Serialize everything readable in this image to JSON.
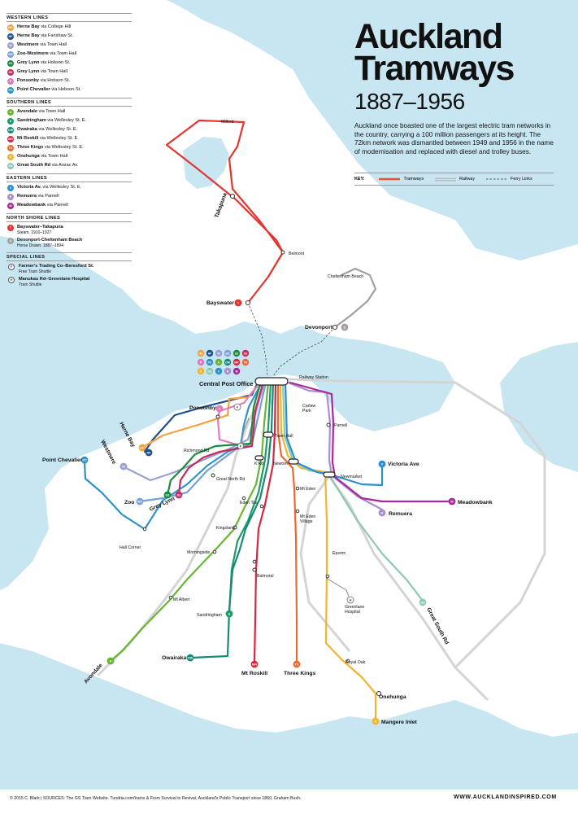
{
  "title": {
    "line1": "Auckland",
    "line2": "Tramways",
    "years": "1887–1956",
    "description": "Auckland once boasted one of the largest electric tram networks in the country, carrying a 100 million passengers at its height. The 72km network was dismantled between 1949 and 1956 in the name of modernisation and replaced with diesel and trolley buses."
  },
  "key": {
    "label": "KEY:",
    "tramways": "Tramways",
    "railway": "Railway",
    "ferry": "Ferry Links"
  },
  "colors": {
    "water": "#c8e6f1",
    "railway": "#d6d6d6",
    "tram": "#e9542c"
  },
  "legend": {
    "western": {
      "heading": "WESTERN LINES",
      "items": [
        {
          "code": "HC",
          "name": "Herne Bay",
          "via": "via College Hill",
          "color": "#f3a23b"
        },
        {
          "code": "HF",
          "name": "Herne Bay",
          "via": "via Fanshaw St.",
          "color": "#1e4f8f"
        },
        {
          "code": "W",
          "name": "Westmere",
          "via": "via Town Hall",
          "color": "#9aa0d2"
        },
        {
          "code": "WZ",
          "name": "Zoo-Westmere",
          "via": "via Town Hall",
          "color": "#7a9ed6"
        },
        {
          "code": "G1",
          "name": "Grey Lynn",
          "via": "via Hobson St.",
          "color": "#1a8b3f"
        },
        {
          "code": "G2",
          "name": "Grey Lynn",
          "via": "via Town Hall",
          "color": "#c42c5b"
        },
        {
          "code": "P",
          "name": "Ponsonby",
          "via": "via Hobson St.",
          "color": "#e07ac0"
        },
        {
          "code": "PC",
          "name": "Point Chevalier",
          "via": "via Hobson St.",
          "color": "#2f93c9"
        }
      ]
    },
    "southern": {
      "heading": "SOUTHERN LINES",
      "items": [
        {
          "code": "A",
          "name": "Avondale",
          "via": "via Town Hall",
          "color": "#68b534"
        },
        {
          "code": "S",
          "name": "Sandringham",
          "via": "via Wellesley St. E.",
          "color": "#1e9b6a"
        },
        {
          "code": "OW",
          "name": "Owairaka",
          "via": "via Wellesley St. E.",
          "color": "#158a76"
        },
        {
          "code": "MR",
          "name": "Mt Roskill",
          "via": "via Wellesley St. E.",
          "color": "#d9263e"
        },
        {
          "code": "TK",
          "name": "Three Kings",
          "via": "via Wellesley St. E.",
          "color": "#ec6a2e"
        },
        {
          "code": "O",
          "name": "Onehunga",
          "via": "via Town Hall",
          "color": "#f1b42d"
        },
        {
          "code": "GS",
          "name": "Great South Rd",
          "via": "via Anzac Av.",
          "color": "#8cc8b2"
        }
      ]
    },
    "eastern": {
      "heading": "EASTERN LINES",
      "items": [
        {
          "code": "V",
          "name": "Victoria Av.",
          "via": "via Wellesley St. E.",
          "color": "#2a8fd0"
        },
        {
          "code": "R",
          "name": "Remuera",
          "via": "via Parnell",
          "color": "#a98fd0"
        },
        {
          "code": "M",
          "name": "Meadowbank",
          "via": "via Parnell",
          "color": "#a8299c"
        }
      ]
    },
    "north_shore": {
      "heading": "NORTH SHORE LINES",
      "items": [
        {
          "code": "T",
          "name": "Bayswater–Takapuna",
          "sub": "Steam. 1910–1927",
          "color": "#e3352f"
        },
        {
          "code": "D",
          "name": "Devonport-Cheltenham Beach",
          "sub": "Horse Drawn. 1887–1894",
          "color": "#a0a0a0"
        }
      ]
    },
    "special": {
      "heading": "SPECIAL LINES",
      "items": [
        {
          "code": "F",
          "name": "Farmer's Trading Co–Beresford St.",
          "sub": "Free Tram Shuttle"
        },
        {
          "code": "H",
          "name": "Manukau Rd–Greenlane Hospital",
          "sub": "Tram Shuttle"
        }
      ]
    }
  },
  "places": {
    "milford": "Milford",
    "takapuna": "Takapuna",
    "belmont": "Belmont",
    "cheltenham": "Cheltenham Beach",
    "bayswater": "Bayswater",
    "devonport": "Devonport",
    "cpo": "Central Post Office",
    "railway_station": "Railway Station",
    "carlaw_park": "Carlaw\nPark",
    "ponsonby": "Ponsonby",
    "parnell": "Parnell",
    "herne_bay": "Herne Bay",
    "richmond_rd": "Richmond Rd",
    "town_hall": "Town Hall",
    "westmere": "Westmere",
    "point_chevalier": "Point Chevalier",
    "krd": "K'Rd",
    "newton": "Newton",
    "newmarket": "Newmarket",
    "victoria_ave": "Victoria Ave",
    "great_north_rd": "Great North Rd",
    "zoo": "Zoo",
    "grey_lynn": "Grey Lynn",
    "eden_tce": "Eden Tce",
    "mt_eden": "Mt Eden",
    "mt_eden_village": "Mt Eden\nVillage",
    "remuera": "Remuera",
    "meadowbank": "Meadowbank",
    "hall_corner": "Hall Corner",
    "kingsland": "Kingsland",
    "morningside": "Morningside",
    "epsom": "Epsom",
    "balmoral": "Balmoral",
    "mt_albert": "Mt Albert",
    "greenlane": "Greenlane\nHospital",
    "sandringham": "Sandringham",
    "great_south_rd": "Great South Rd",
    "owairaka": "Owairaka",
    "royal_oak": "Royal Oak",
    "avondale": "Avondale",
    "mt_roskill": "Mt Roskill",
    "three_kings": "Three Kings",
    "onehunga": "Onehunga",
    "mangere_inlet": "Mangere Inlet"
  },
  "footer": {
    "left": "© 2015 C. Blark | SOURCES: The GS Tram Website. Tundria.com/trams & From Survival to Revival, Auckland's Public Transport since 1860. Graham Bush.",
    "right": "WWW.AUCKLANDINSPIRED.COM"
  }
}
